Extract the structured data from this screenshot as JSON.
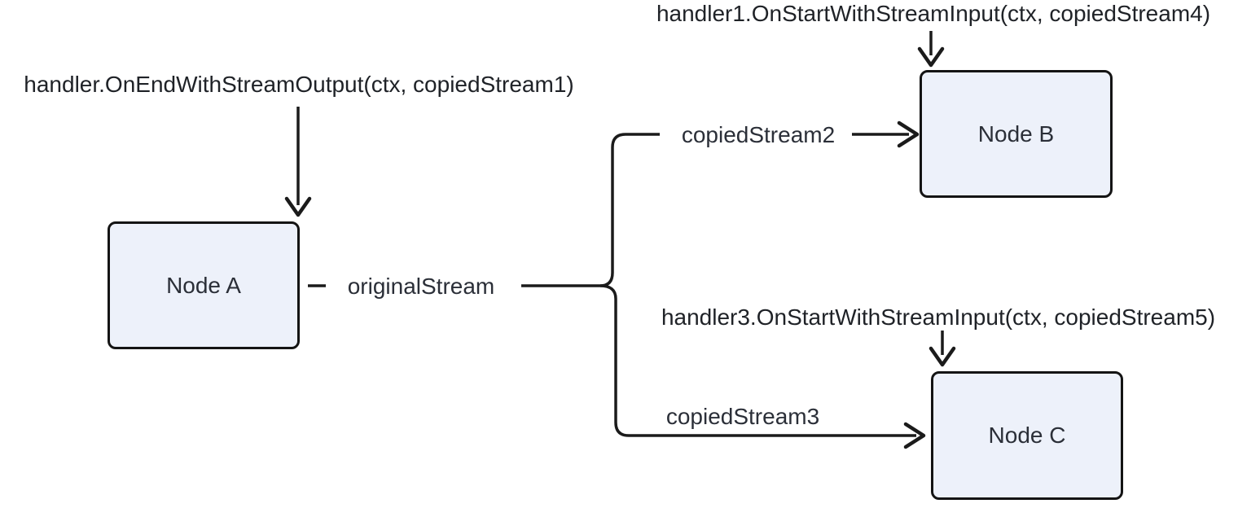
{
  "diagram": {
    "colors": {
      "background": "#ffffff",
      "line": "#1b1b1b",
      "text": "#2b2f38",
      "node_fill": "#edf1fa",
      "node_border": "#141414"
    },
    "annotations": {
      "a": "handler.OnEndWithStreamOutput(ctx, copiedStream1)",
      "b": "handler1.OnStartWithStreamInput(ctx, copiedStream4)",
      "c": "handler3.OnStartWithStreamInput(ctx, copiedStream5)"
    },
    "nodes": {
      "a": {
        "label": "Node A"
      },
      "b": {
        "label": "Node B"
      },
      "c": {
        "label": "Node C"
      }
    },
    "edges": {
      "original": {
        "label": "originalStream"
      },
      "copy2": {
        "label": "copiedStream2"
      },
      "copy3": {
        "label": "copiedStream3"
      }
    }
  }
}
